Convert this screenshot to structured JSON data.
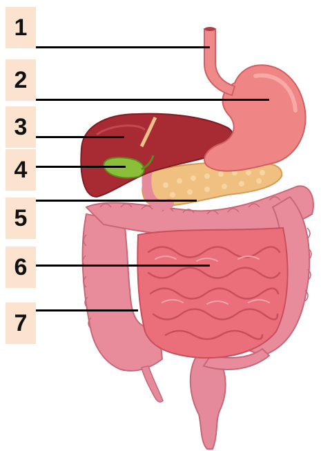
{
  "colors": {
    "label_box": "#fbe3cf",
    "liver": "#a82b33",
    "stomach": "#f08585",
    "gallbladder": "#8bbf3a",
    "pancreas": "#efc07f",
    "large_intestine": "#e78e9e",
    "small_intestine": "#ea6f7a"
  },
  "labels": [
    {
      "number": "1",
      "organ_icon": "esophagus-icon"
    },
    {
      "number": "2",
      "organ_icon": "stomach-icon"
    },
    {
      "number": "3",
      "organ_icon": "liver-icon"
    },
    {
      "number": "4",
      "organ_icon": "gallbladder-icon"
    },
    {
      "number": "5",
      "organ_icon": "pancreas-icon"
    },
    {
      "number": "6",
      "organ_icon": "small-intestine-icon"
    },
    {
      "number": "7",
      "organ_icon": "large-intestine-icon"
    }
  ]
}
